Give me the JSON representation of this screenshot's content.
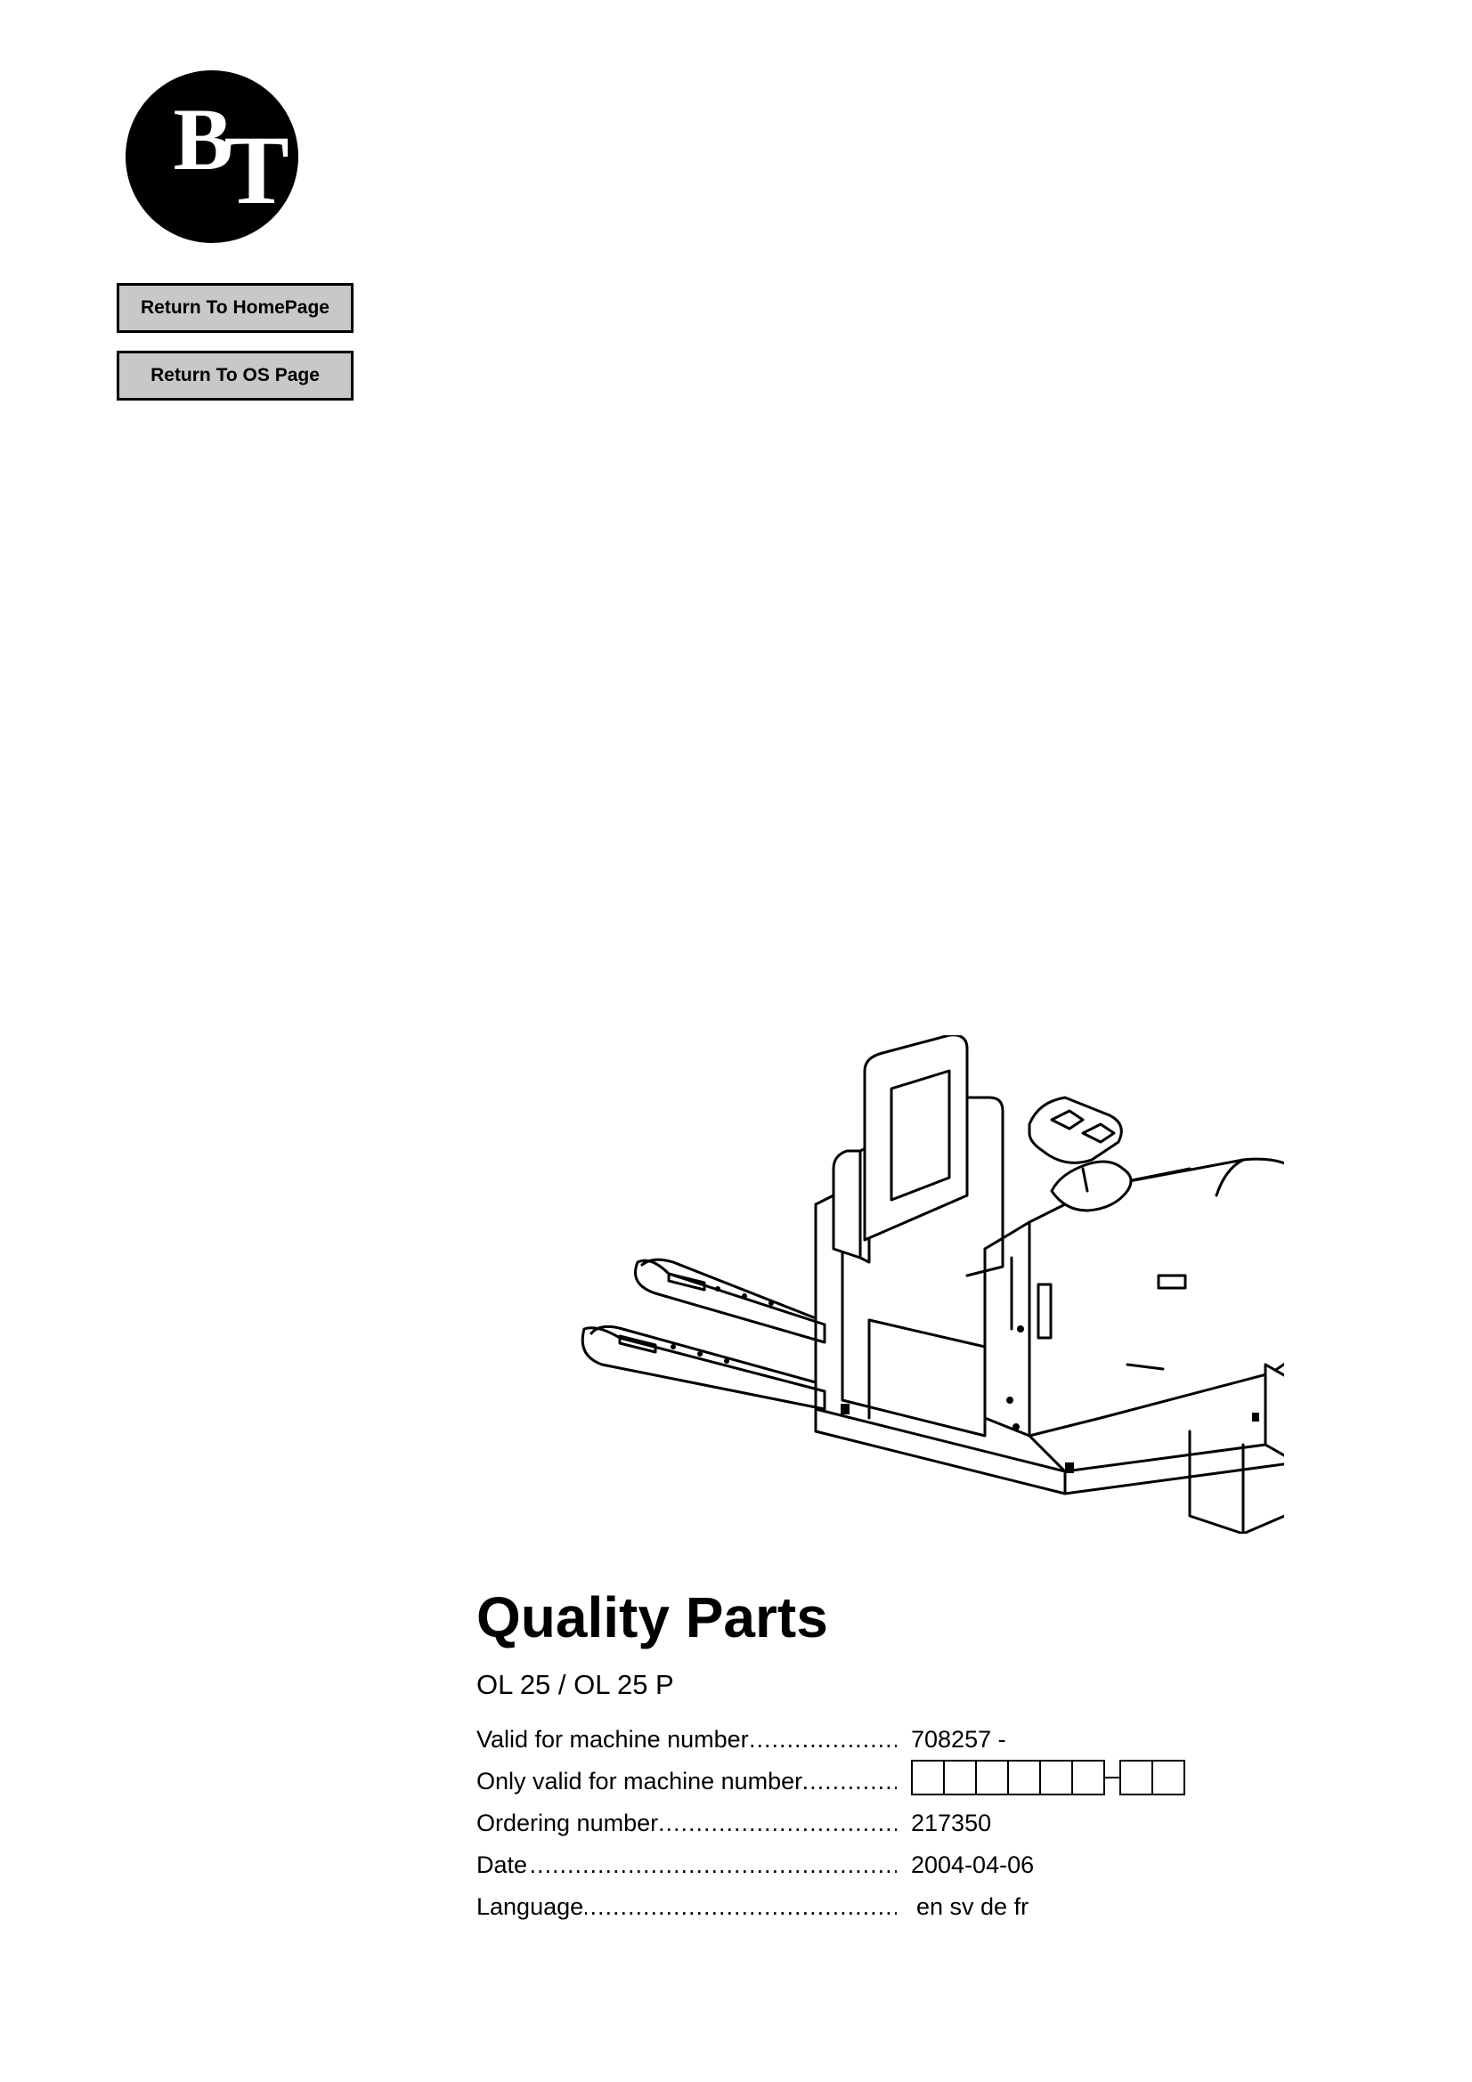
{
  "brand": {
    "logo_text": "BT"
  },
  "nav": {
    "home_label": "Return To HomePage",
    "os_label": "Return To OS Page"
  },
  "document": {
    "title": "Quality Parts",
    "subtitle": "OL 25 / OL 25 P",
    "fields": [
      {
        "label": "Valid for machine number",
        "value": "708257 -"
      },
      {
        "label": "Only valid for machine number",
        "value": ""
      },
      {
        "label": "Ordering number",
        "value": "217350"
      },
      {
        "label": "Date",
        "value": "2004-04-06"
      },
      {
        "label": "Language",
        "value": "en sv de fr"
      }
    ]
  },
  "machine_number_boxes": {
    "groups": [
      6,
      2
    ]
  }
}
